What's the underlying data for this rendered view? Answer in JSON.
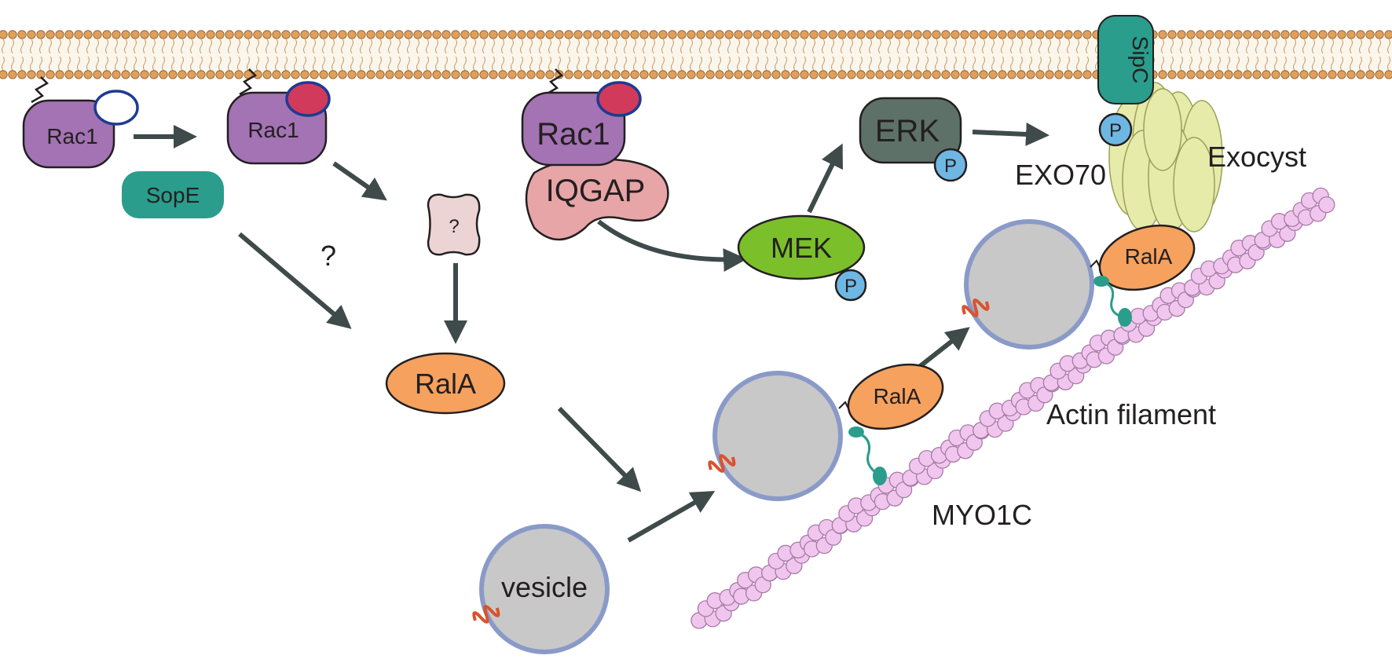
{
  "labels": {
    "rac1_a": "Rac1",
    "rac1_b": "Rac1",
    "rac1_c": "Rac1",
    "sope": "SopE",
    "iqgap": "IQGAP",
    "unknown_protein": "?",
    "question_mark": "?",
    "rala_center": "RalA",
    "rala_mid": "RalA",
    "rala_top": "RalA",
    "erk": "ERK",
    "mek": "MEK",
    "p_erk": "P",
    "p_mek": "P",
    "p_exo70": "P",
    "sipc": "SipC",
    "exo70": "EXO70",
    "exocyst": "Exocyst",
    "actin_filament": "Actin filament",
    "myo1c": "MYO1C",
    "vesicle": "vesicle"
  },
  "colors": {
    "rac1": "#a373b3",
    "gtp": "#d23a5c",
    "gdp_outline": "#1f3a93",
    "sope": "#2a9d8c",
    "iqgap": "#e7a5a7",
    "mek": "#7bbf2a",
    "erk": "#5d7169",
    "phospho": "#6fb7e3",
    "rala": "#f6a15e",
    "vesicle_fill": "#c8c8c8",
    "vesicle_rim": "#8a9ac8",
    "actin": "#f1c6ee",
    "exocyst": "#e6ebaa",
    "myosin": "#2a9d8c",
    "receptor": "#d9532d",
    "arrow": "#3f4a4a",
    "lipid_head": "#e0a05c"
  }
}
